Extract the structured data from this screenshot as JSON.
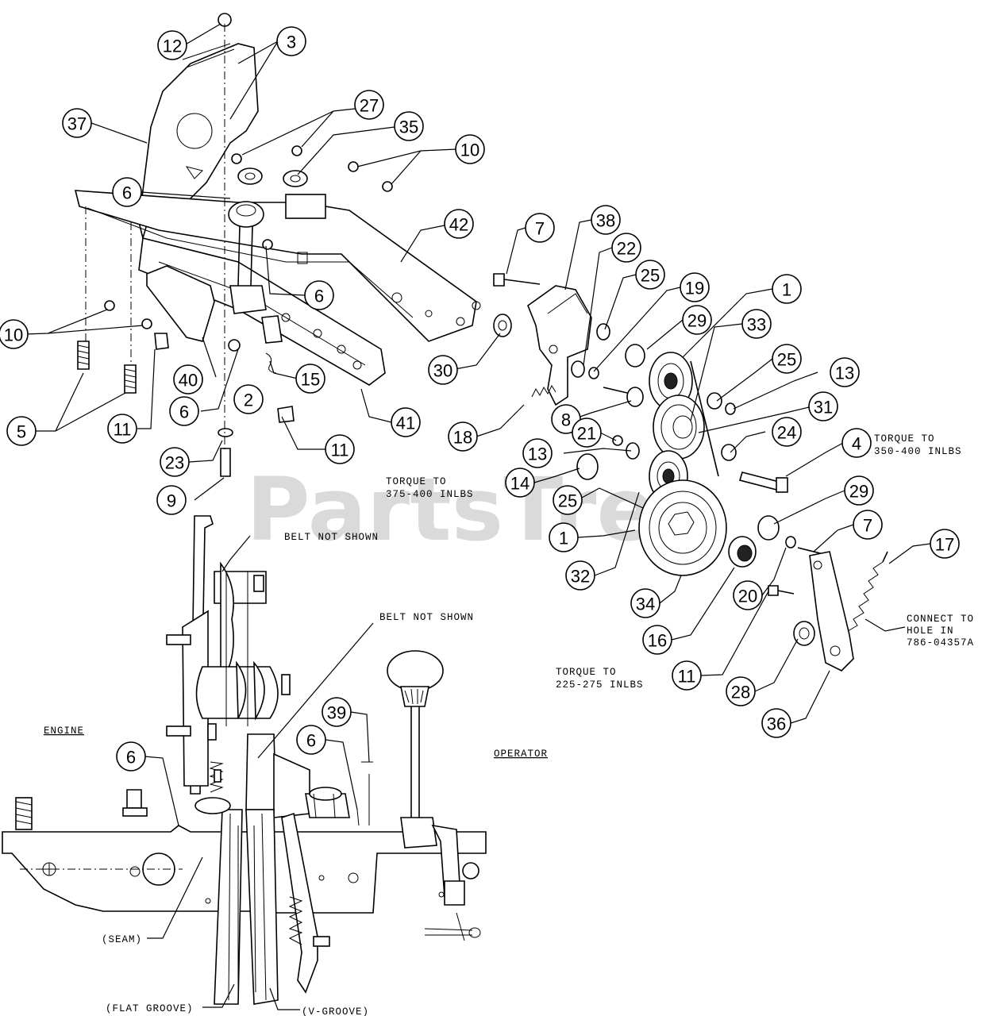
{
  "watermark": "PartsTree",
  "callouts": [
    {
      "id": "c12",
      "label": "12"
    },
    {
      "id": "c3",
      "label": "3"
    },
    {
      "id": "c37",
      "label": "37"
    },
    {
      "id": "c27",
      "label": "27"
    },
    {
      "id": "c35",
      "label": "35"
    },
    {
      "id": "c10a",
      "label": "10"
    },
    {
      "id": "c6a",
      "label": "6"
    },
    {
      "id": "c42",
      "label": "42"
    },
    {
      "id": "c6b",
      "label": "6"
    },
    {
      "id": "c10b",
      "label": "10"
    },
    {
      "id": "c40",
      "label": "40"
    },
    {
      "id": "c2",
      "label": "2"
    },
    {
      "id": "c15",
      "label": "15"
    },
    {
      "id": "c6c",
      "label": "6"
    },
    {
      "id": "c41",
      "label": "41"
    },
    {
      "id": "c5",
      "label": "5"
    },
    {
      "id": "c11a",
      "label": "11"
    },
    {
      "id": "c11b",
      "label": "11"
    },
    {
      "id": "c23",
      "label": "23"
    },
    {
      "id": "c9",
      "label": "9"
    },
    {
      "id": "c7a",
      "label": "7"
    },
    {
      "id": "c38",
      "label": "38"
    },
    {
      "id": "c22",
      "label": "22"
    },
    {
      "id": "c25a",
      "label": "25"
    },
    {
      "id": "c19",
      "label": "19"
    },
    {
      "id": "c1a",
      "label": "1"
    },
    {
      "id": "c29a",
      "label": "29"
    },
    {
      "id": "c33",
      "label": "33"
    },
    {
      "id": "c30",
      "label": "30"
    },
    {
      "id": "c25b",
      "label": "25"
    },
    {
      "id": "c13a",
      "label": "13"
    },
    {
      "id": "c31",
      "label": "31"
    },
    {
      "id": "c8",
      "label": "8"
    },
    {
      "id": "c18",
      "label": "18"
    },
    {
      "id": "c21",
      "label": "21"
    },
    {
      "id": "c24",
      "label": "24"
    },
    {
      "id": "c13b",
      "label": "13"
    },
    {
      "id": "c4",
      "label": "4"
    },
    {
      "id": "c14",
      "label": "14"
    },
    {
      "id": "c25c",
      "label": "25"
    },
    {
      "id": "c29b",
      "label": "29"
    },
    {
      "id": "c1b",
      "label": "1"
    },
    {
      "id": "c7b",
      "label": "7"
    },
    {
      "id": "c17",
      "label": "17"
    },
    {
      "id": "c32",
      "label": "32"
    },
    {
      "id": "c34",
      "label": "34"
    },
    {
      "id": "c20",
      "label": "20"
    },
    {
      "id": "c16",
      "label": "16"
    },
    {
      "id": "c11c",
      "label": "11"
    },
    {
      "id": "c28",
      "label": "28"
    },
    {
      "id": "c36",
      "label": "36"
    },
    {
      "id": "c39",
      "label": "39"
    },
    {
      "id": "c6d",
      "label": "6"
    },
    {
      "id": "c6e",
      "label": "6"
    }
  ],
  "notes": {
    "torque_350_l1": "TORQUE TO",
    "torque_350_l2": "350-400 INLBS",
    "torque_375_l1": "TORQUE TO",
    "torque_375_l2": "375-400 INLBS",
    "torque_225_l1": "TORQUE TO",
    "torque_225_l2": "225-275 INLBS",
    "belt_not_shown_1": "BELT NOT SHOWN",
    "belt_not_shown_2": "BELT NOT SHOWN",
    "connect_l1": "CONNECT TO",
    "connect_l2": "HOLE IN",
    "connect_l3": "786-04357A",
    "engine": "ENGINE",
    "operator": "OPERATOR",
    "seam": "(SEAM)",
    "flat_groove": "(FLAT GROOVE)",
    "v_groove": "(V-GROOVE)"
  }
}
